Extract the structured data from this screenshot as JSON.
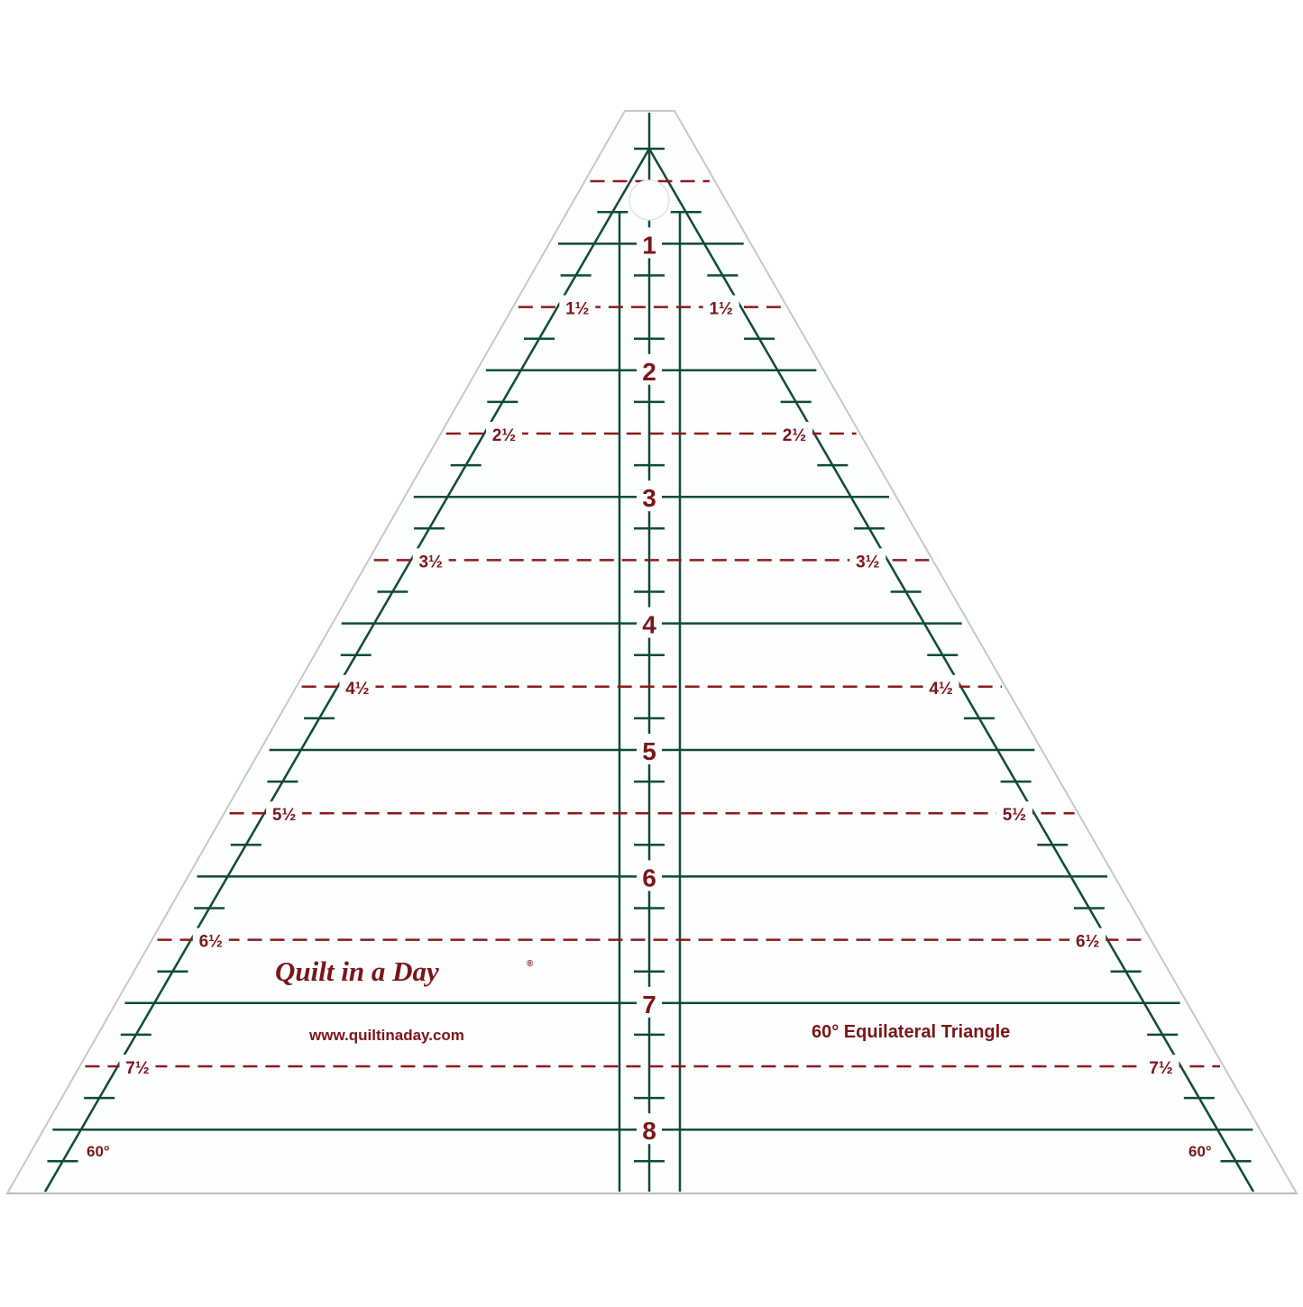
{
  "product": {
    "brand": "Quilt in a Day",
    "brand_mark": "®",
    "website": "www.quiltinaday.com",
    "name": "60° Equilateral Triangle",
    "angle_left": "60°",
    "angle_right": "60°"
  },
  "colors": {
    "grid_line": "#0f4a3a",
    "dashed_line": "#8b1a1a",
    "text": "#7a1518",
    "acrylic_edge": "#c8cccc",
    "background": "#ffffff"
  },
  "inch_marks": [
    "1",
    "2",
    "3",
    "4",
    "5",
    "6",
    "7",
    "8"
  ],
  "half_inch_marks": [
    "1½",
    "2½",
    "3½",
    "4½",
    "5½",
    "6½",
    "7½"
  ]
}
